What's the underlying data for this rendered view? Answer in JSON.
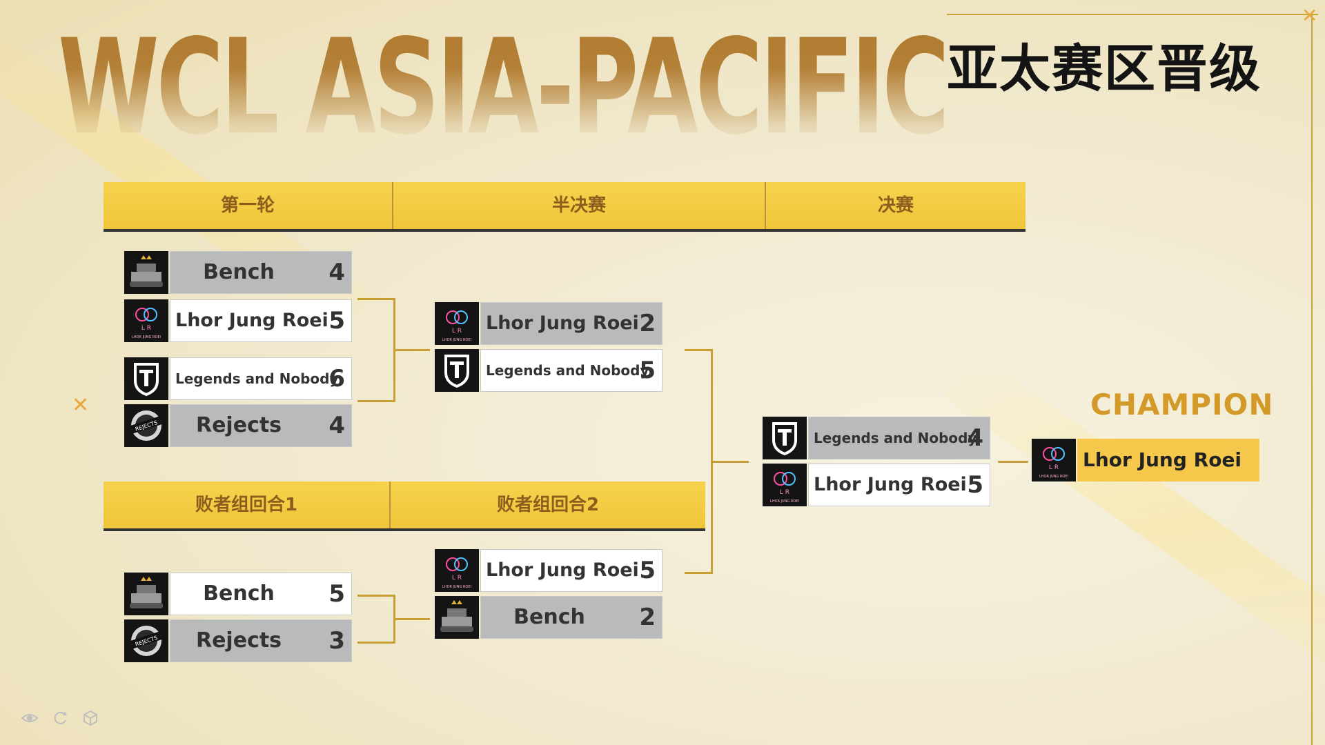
{
  "header": {
    "title_en": "WCL ASIA-PACIFIC",
    "title_cn": "亚太赛区晋级"
  },
  "upper_stages": [
    "第一轮",
    "半决赛",
    "决赛"
  ],
  "lower_stages": [
    "败者组回合1",
    "败者组回合2"
  ],
  "bracket": {
    "round1_a": {
      "top": {
        "name": "Bench",
        "score": "4"
      },
      "bottom": {
        "name": "Lhor Jung Roei",
        "score": "5"
      }
    },
    "round1_b": {
      "top": {
        "name": "Legends and Nobody",
        "score": "6"
      },
      "bottom": {
        "name": "Rejects",
        "score": "4"
      }
    },
    "semi": {
      "top": {
        "name": "Lhor Jung Roei",
        "score": "2"
      },
      "bottom": {
        "name": "Legends and Nobody",
        "score": "5"
      }
    },
    "final": {
      "top": {
        "name": "Legends and Nobody",
        "score": "4"
      },
      "bottom": {
        "name": "Lhor Jung Roei",
        "score": "5"
      }
    },
    "lower1": {
      "top": {
        "name": "Bench",
        "score": "5"
      },
      "bottom": {
        "name": "Rejects",
        "score": "3"
      }
    },
    "lower2": {
      "top": {
        "name": "Lhor Jung Roei",
        "score": "5"
      },
      "bottom": {
        "name": "Bench",
        "score": "2"
      }
    }
  },
  "champion": {
    "label": "CHAMPION",
    "name": "Lhor Jung Roei"
  },
  "icons": [
    "eye-icon",
    "refresh-icon",
    "cube-icon",
    "tank-logo-icon",
    "ljr-logo-icon",
    "wot-logo-icon",
    "rejects-logo-icon"
  ],
  "colors": {
    "accent": "#f0c63a",
    "line": "#c89f35",
    "title": "#b07a2f",
    "champion": "#d39a2a"
  }
}
